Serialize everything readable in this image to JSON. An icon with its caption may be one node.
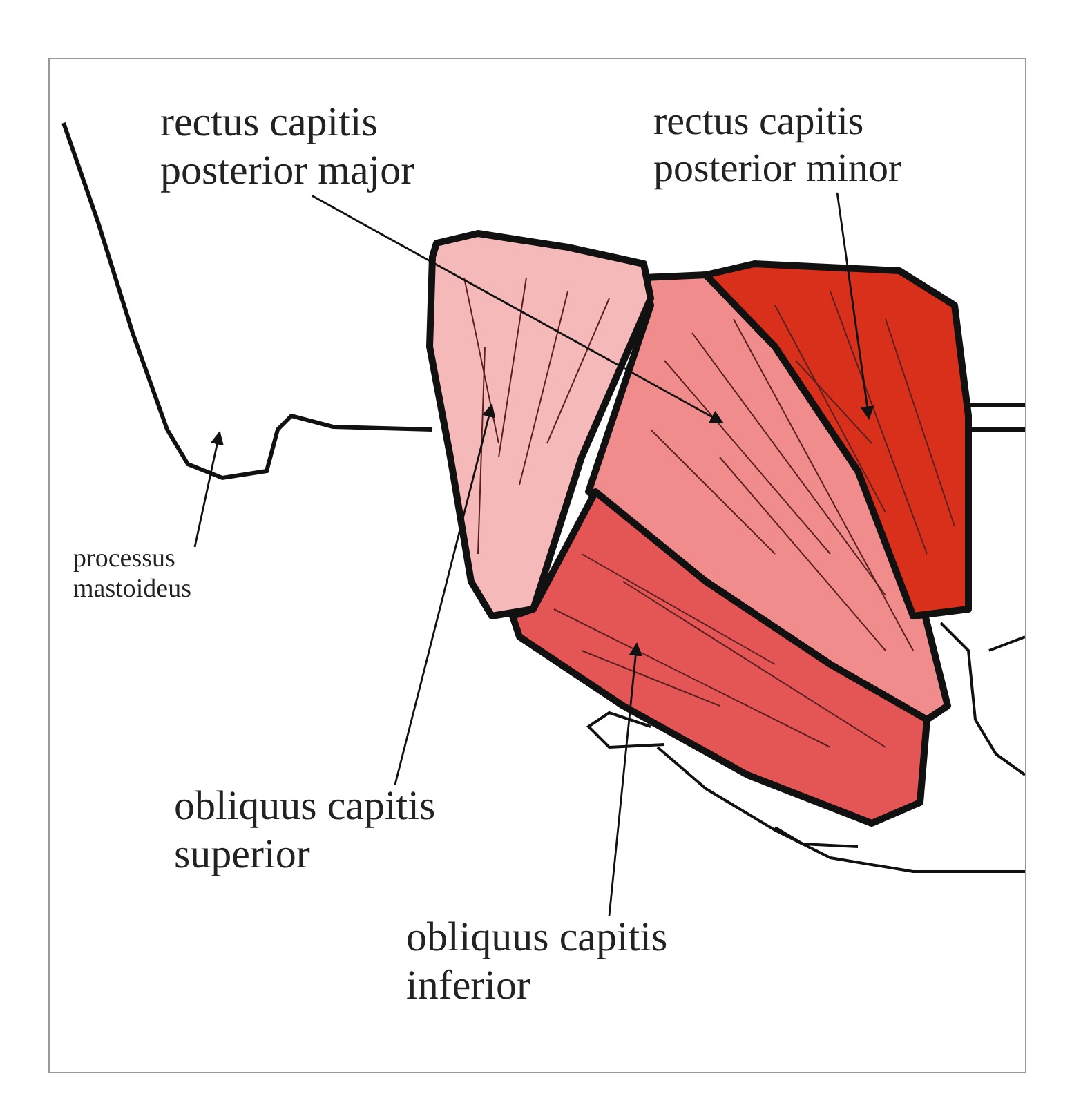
{
  "diagram": {
    "nodes": [
      {
        "text": [
          "rectus capitis posterior major"
        ]
      },
      {
        "text": [
          "rectus capitis posterior minor"
        ]
      },
      {
        "text": [
          "processus mastoideus"
        ]
      },
      {
        "text": [
          "obliquus capitis superior"
        ]
      },
      {
        "text": [
          "obliquus capitis inferior"
        ]
      },
      {
        "text": [],
        "shape": "picture"
      },
      {
        "text": [],
        "shape": "picture"
      },
      {
        "text": [],
        "shape": "picture"
      },
      {
        "text": [],
        "shape": "picture"
      },
      {
        "text": [],
        "shape": "picture"
      }
    ],
    "edges": [
      {
        "from": 0,
        "to": 5,
        "arrow": "to"
      },
      {
        "from": 1,
        "to": 6,
        "arrow": "to"
      },
      {
        "from": 2,
        "to": 7,
        "arrow": "to"
      },
      {
        "from": 3,
        "to": 8,
        "arrow": "to"
      },
      {
        "from": 4,
        "to": 9,
        "arrow": "to"
      }
    ]
  }
}
